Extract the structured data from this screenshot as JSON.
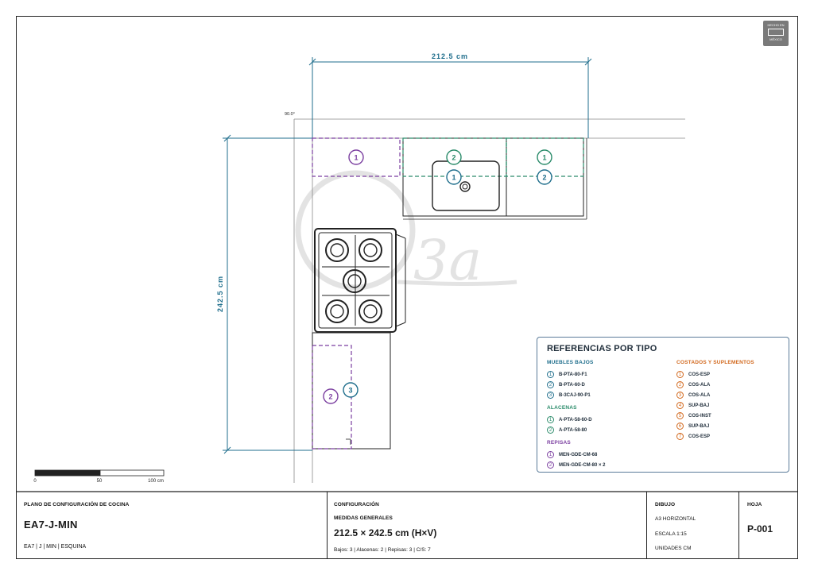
{
  "badge": {
    "line1": "HECHO EN",
    "line2": "MÉXICO"
  },
  "dimensions": {
    "width_label": "212.5 cm",
    "height_label": "242.5 cm",
    "angle_label": "90.0°"
  },
  "scale_bar": {
    "labels": [
      "0",
      "50",
      "100 cm"
    ]
  },
  "markers": [
    {
      "num": "1",
      "type": "repisas"
    },
    {
      "num": "2",
      "type": "alacenas"
    },
    {
      "num": "1",
      "type": "muebles_bajos"
    },
    {
      "num": "1",
      "type": "alacenas"
    },
    {
      "num": "2",
      "type": "muebles_bajos"
    },
    {
      "num": "2",
      "type": "repisas"
    },
    {
      "num": "3",
      "type": "muebles_bajos"
    }
  ],
  "colors": {
    "muebles_bajos": "#1f6e8c",
    "alacenas": "#2a8b6a",
    "repisas": "#7b3fa0",
    "costados": "#d2691e",
    "line": "#222222",
    "wall": "#888888"
  },
  "legend": {
    "title": "REFERENCIAS POR TIPO",
    "groups": [
      {
        "name": "MUEBLES BAJOS",
        "type": "muebles_bajos",
        "items": [
          {
            "num": "1",
            "label": "B-PTA-80-F1"
          },
          {
            "num": "2",
            "label": "B-PTA-60-D"
          },
          {
            "num": "3",
            "label": "B-3CAJ-90-P1"
          }
        ]
      },
      {
        "name": "ALACENAS",
        "type": "alacenas",
        "items": [
          {
            "num": "1",
            "label": "A-PTA-58-60-D"
          },
          {
            "num": "2",
            "label": "A-PTA-58-80"
          }
        ]
      },
      {
        "name": "REPISAS",
        "type": "repisas",
        "items": [
          {
            "num": "1",
            "label": "MEN-GDE-CM-68"
          },
          {
            "num": "2",
            "label": "MEN-GDE-CM-80 × 2"
          }
        ]
      }
    ],
    "costados": {
      "name": "COSTADOS Y SUPLEMENTOS",
      "type": "costados",
      "items": [
        {
          "num": "1",
          "label": "COS-ESP"
        },
        {
          "num": "2",
          "label": "COS-ALA"
        },
        {
          "num": "3",
          "label": "COS-ALA"
        },
        {
          "num": "4",
          "label": "SUP-BAJ"
        },
        {
          "num": "5",
          "label": "COS-INST"
        },
        {
          "num": "6",
          "label": "SUP-BAJ"
        },
        {
          "num": "7",
          "label": "COS-ESP"
        }
      ]
    }
  },
  "title_block": {
    "plan_label": "PLANO DE CONFIGURACIÓN DE COCINA",
    "code": "EA7-J-MIN",
    "subtitle": "EA7 | J | MIN | ESQUINA",
    "config_label": "CONFIGURACIÓN",
    "medidas_label": "MEDIDAS GENERALES",
    "dimensions": "212.5 × 242.5 cm (H×V)",
    "summary": "Bajos: 3 | Alacenas: 2 | Repisas: 3 | C/S: 7",
    "dibujo_label": "DIBUJO",
    "format": "A3 HORIZONTAL",
    "scale": "ESCALA 1:15",
    "units": "UNIDADES CM",
    "hoja_label": "HOJA",
    "sheet": "P-001"
  }
}
